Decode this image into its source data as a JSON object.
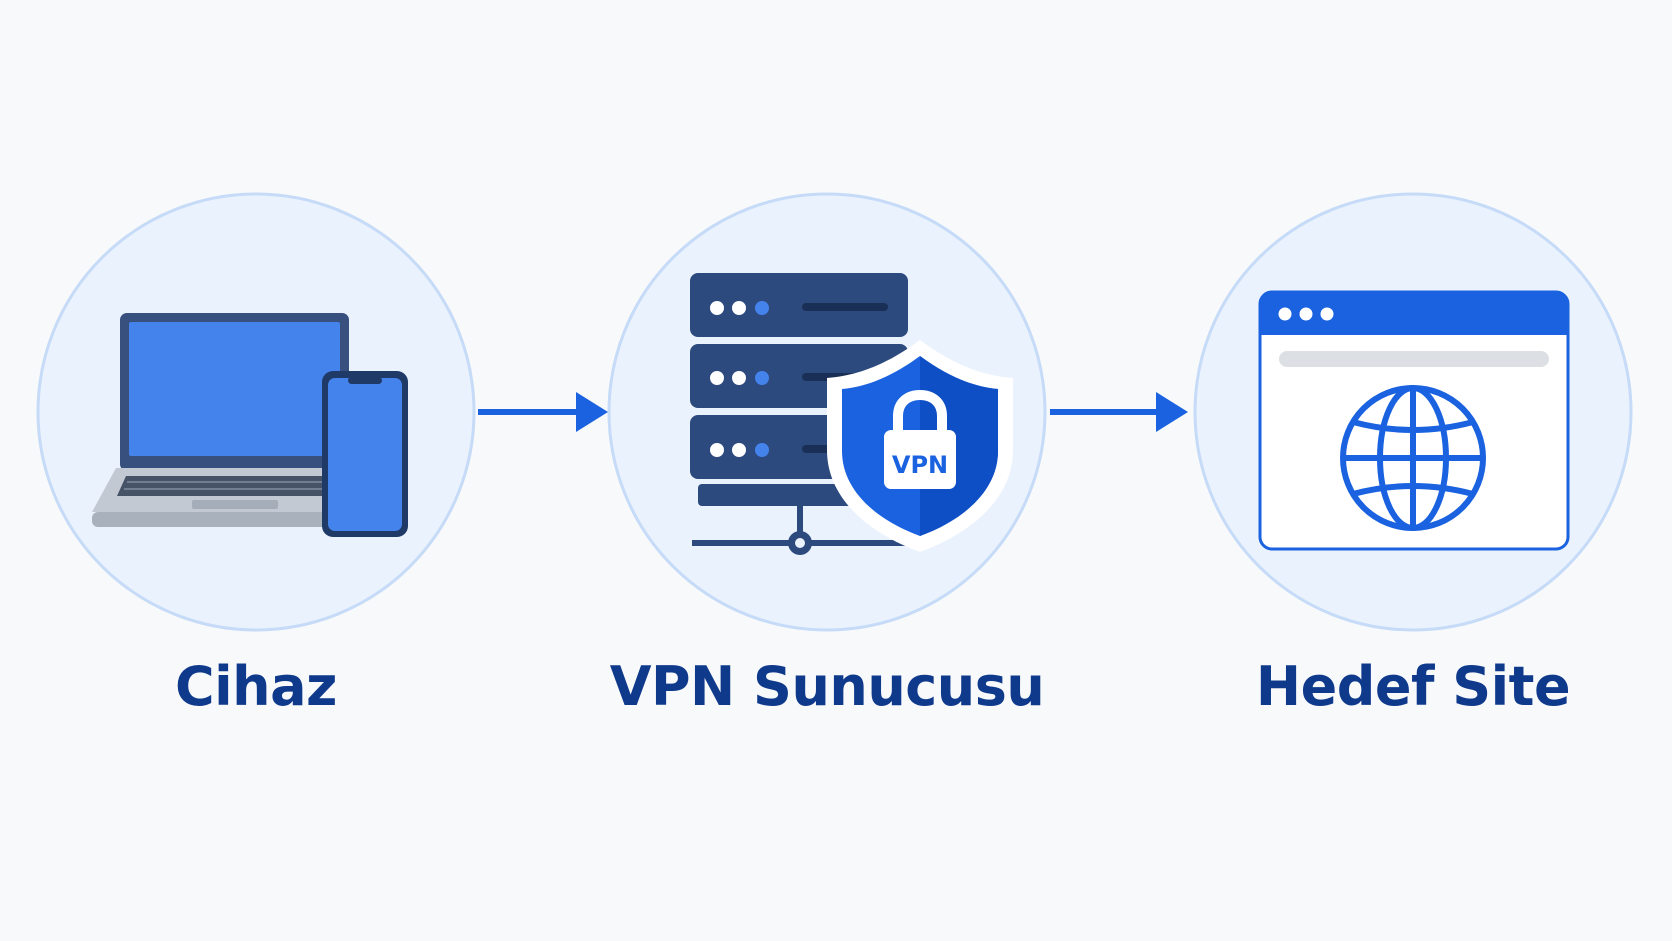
{
  "colors": {
    "background": "#f8f9fb",
    "circle_fill": "#eaf2fd",
    "circle_stroke": "#c6dbf7",
    "accent_blue": "#1a62e0",
    "screen_blue": "#4583ec",
    "server_navy": "#2c4a7e",
    "label_navy": "#0f3a8c"
  },
  "nodes": [
    {
      "id": "device",
      "label": "Cihaz",
      "icon": "laptop-phone-icon"
    },
    {
      "id": "vpn-server",
      "label": "VPN Sunucusu",
      "icon": "server-shield-icon",
      "badge": "VPN"
    },
    {
      "id": "target-site",
      "label": "Hedef Site",
      "icon": "browser-globe-icon"
    }
  ],
  "edges": [
    {
      "from": "device",
      "to": "vpn-server"
    },
    {
      "from": "vpn-server",
      "to": "target-site"
    }
  ]
}
